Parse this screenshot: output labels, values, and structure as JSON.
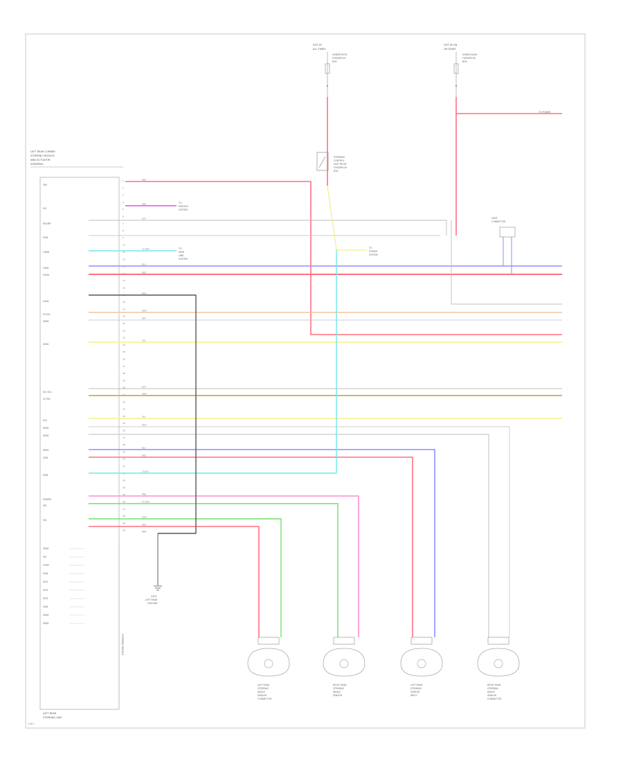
{
  "diagram": {
    "labels": {
      "ecu_title": [
        "LEFT REAR CORNER",
        "STEERING MODULE",
        "AND ACTUATOR",
        "ASSEMBLY"
      ],
      "fuse_left": [
        "HOT AT",
        "ALL TIMES"
      ],
      "fuse_left_desc": [
        "UNDERHOOD",
        "FUSE/RELAY",
        "BOX"
      ],
      "fuse_right": [
        "HOT IN ON",
        "OR START"
      ],
      "fuse_right_desc": [
        "UNDER-DASH",
        "FUSE/RELAY",
        "BOX"
      ],
      "relay_desc": [
        "STEERING",
        "CONTROL",
        "UNIT RELAY",
        "FUSE/RELAY",
        "BOX"
      ],
      "ref_to_1": [
        "TO",
        "MODULE",
        "SYSTEM"
      ],
      "ref_to_2": [
        "TO",
        "DATA",
        "LINK",
        "SYSTEM"
      ],
      "ref_to_3": [
        "TO",
        "POWER",
        "SYSTEM"
      ],
      "junction": [
        "JOINT",
        "CONNECTOR"
      ],
      "ground": [
        "G401",
        "LEFT REAR",
        "GROUND"
      ],
      "arrow_right": "TO POWER",
      "ecu_foot": [
        "LEFT REAR",
        "STEERING UNIT"
      ],
      "side_vertical": "STEERING MODULE",
      "page_footer": "1 of 2",
      "sensors": [
        [
          "LEFT REAR",
          "STEERING",
          "ANGLE",
          "SENSOR",
          "CONNECTOR"
        ],
        [
          "RIGHT REAR",
          "STEERING",
          "ANGLE",
          "SENSOR"
        ],
        [
          "LEFT REAR",
          "STEERING",
          "SENSOR",
          "INPUT"
        ],
        [
          "RIGHT REAR",
          "STEERING",
          "ANGLE",
          "SENSOR",
          "CONNECTOR"
        ]
      ]
    },
    "ecu_pins": [
      "IGN",
      "IG1",
      "HDLMP",
      "GND",
      "CANH",
      "CANL",
      "CANH",
      "CANL",
      "IG SOL",
      "SENS",
      "SENS",
      "IG1 SOL",
      "LS SOL",
      "SOL",
      "SENS",
      "SENS",
      "SENS",
      "GND",
      "GND",
      "POWER",
      "SIG",
      "SIG"
    ],
    "ecu_lower_pins": [
      "SENS",
      "SIG",
      "TEMP",
      "GND",
      "SIG1",
      "SIG2",
      "SIG3",
      "GND",
      "SENS",
      "SENS"
    ],
    "wire_codes": [
      "RED",
      "PNK",
      "GRY",
      "LT GRN",
      "BLU",
      "RED",
      "BRN",
      "ORN",
      "GRY",
      "YEL",
      "GRY",
      "ORN",
      "YEL",
      "WHT",
      "BLU",
      "RED",
      "LT BLU",
      "PNK",
      "LT GRN",
      "GRN",
      "RED",
      "BRN"
    ]
  },
  "colors": {
    "red": "#ff6f7f",
    "blue": "#8d8dff",
    "pink": "#ff8cd5",
    "magenta": "#e64de6",
    "orange": "#f7c49a",
    "yellow": "#f4f08a",
    "green": "#6fe06f",
    "cyan": "#6ee8e8",
    "gray": "#bdbdbd",
    "dark": "#555555",
    "olive": "#c9b86a"
  }
}
